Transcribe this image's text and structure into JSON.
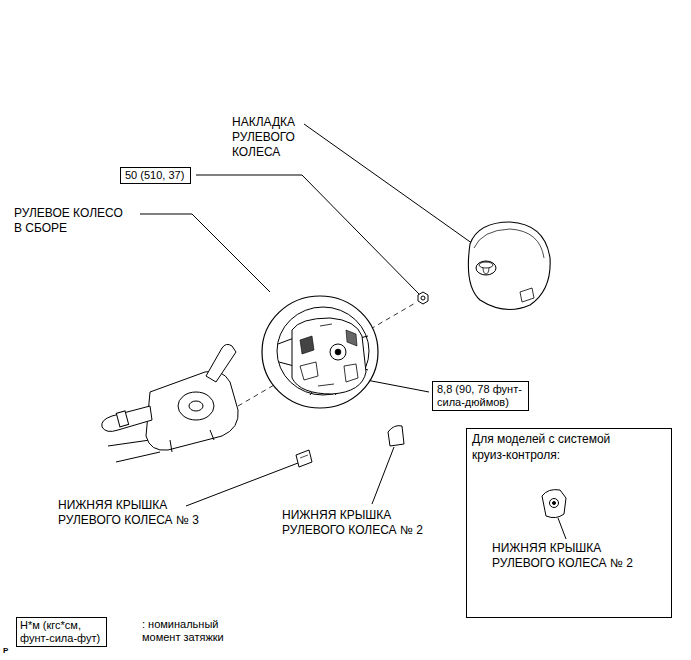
{
  "diagram": {
    "nodes": [
      {
        "text": [
          "50 (510, 37)"
        ]
      },
      {
        "text": [
          "8,8 (90, 78 фунт-сила-дюймов)"
        ]
      },
      {
        "text": [
          "Для моделей с системой круиз-контроля:",
          "НИЖНЯЯ КРЫШКА РУЛЕВОГО КОЛЕСА № 2"
        ]
      },
      {
        "text": [
          "Н*м (кгс*см, фунт-сила-фут)"
        ]
      }
    ],
    "labels": [
      "НАКЛАДКА РУЛЕВОГО КОЛЕСА",
      "РУЛЕВОЕ КОЛЕСО В СБОРЕ",
      "НИЖНЯЯ КРЫШКА РУЛЕВОГО КОЛЕСА № 3",
      "НИЖНЯЯ КРЫШКА РУЛЕВОГО КОЛЕСА № 2",
      ": номинальный момент затяжки",
      "P"
    ]
  }
}
